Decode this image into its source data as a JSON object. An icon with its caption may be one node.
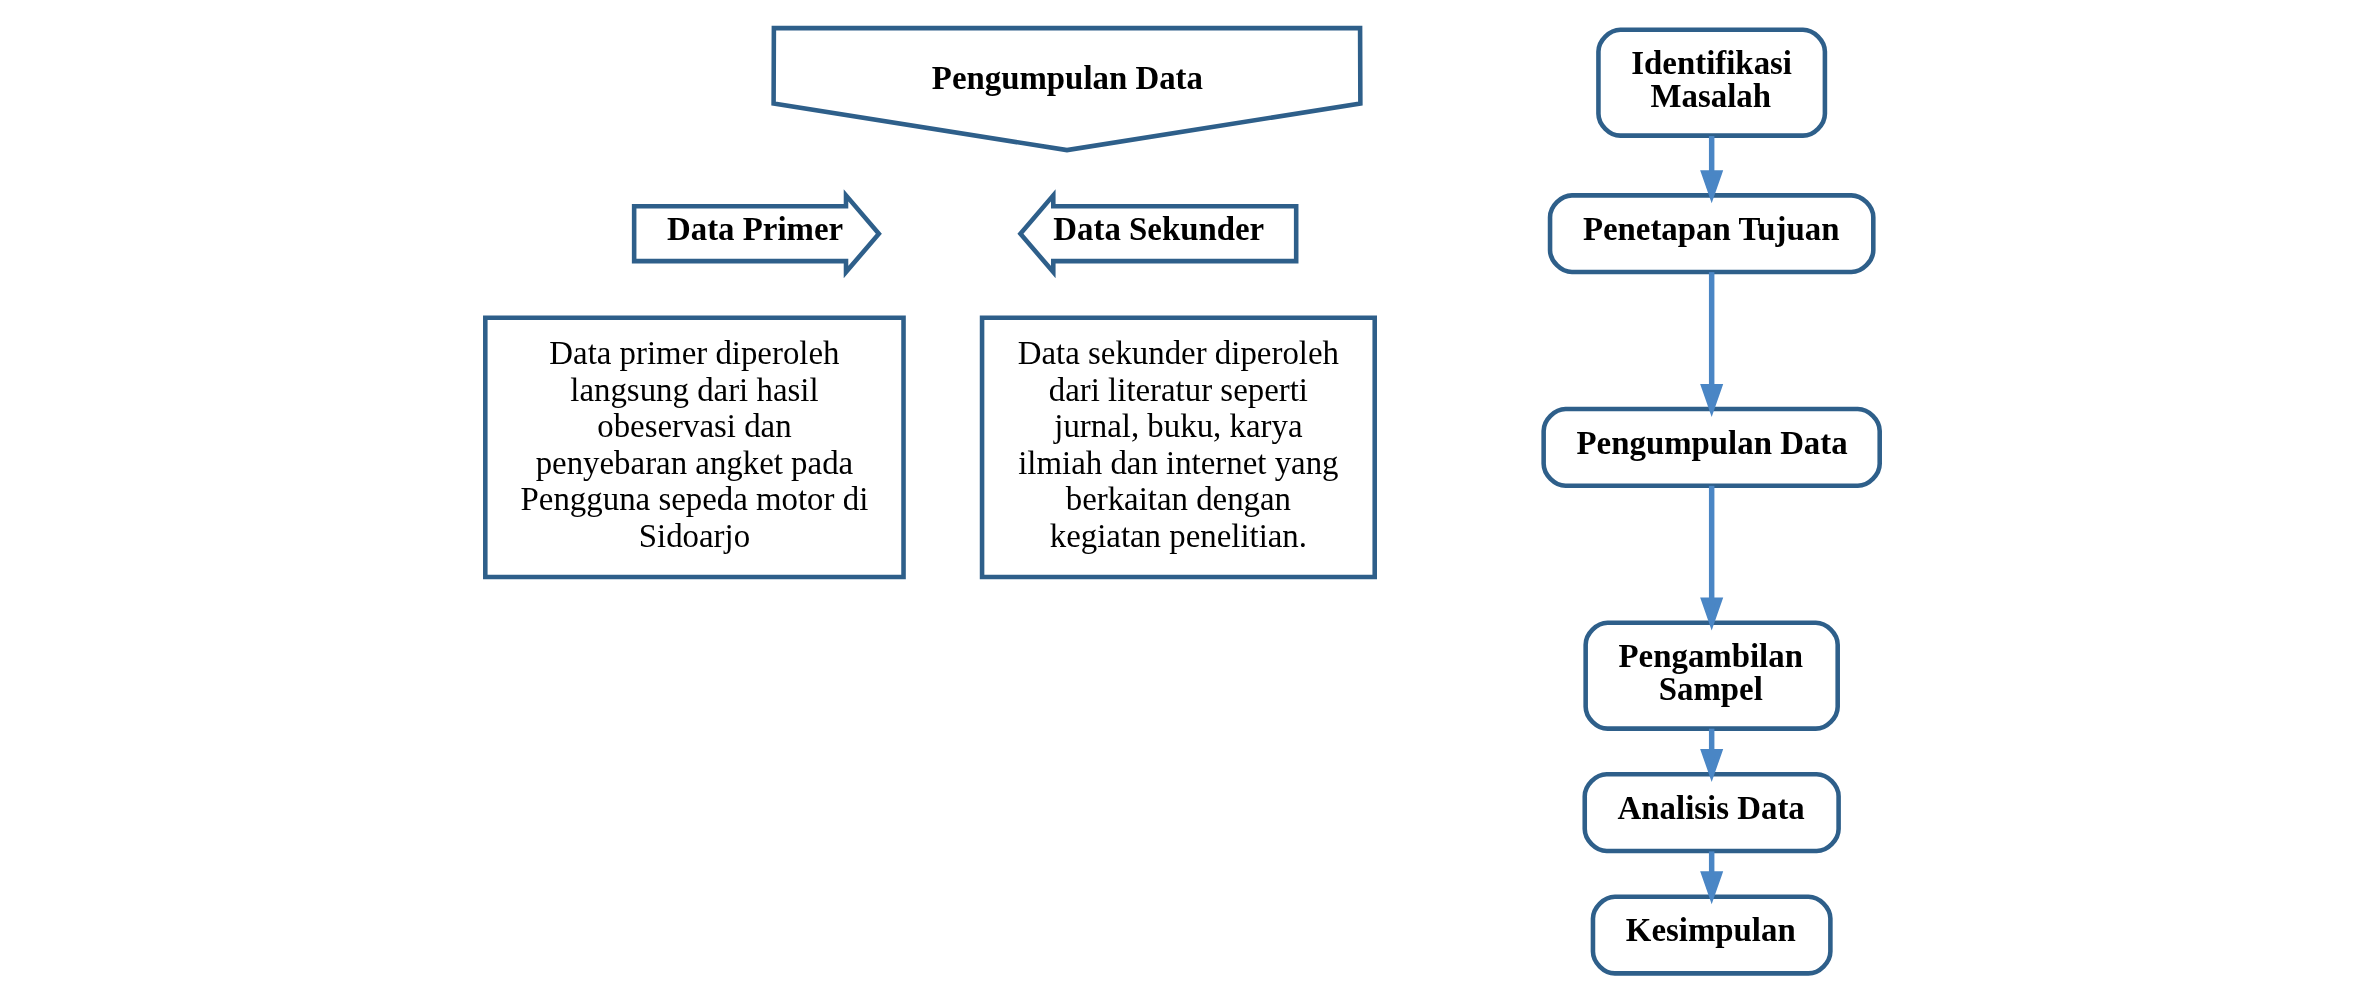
{
  "diagram": {
    "nodes": [
      {
        "text": [
          "Identifikasi Masalah"
        ]
      },
      {
        "text": [
          "Penetapan Tujuan"
        ]
      },
      {
        "text": [
          "Pengumpulan Data"
        ]
      },
      {
        "text": [
          "Pengambilan Sampel"
        ]
      },
      {
        "text": [
          "Analisis Data"
        ]
      },
      {
        "text": [
          "Kesimpulan"
        ]
      },
      {
        "text": [
          "Pengumpulan Data"
        ]
      },
      {
        "text": [
          "Data Primer"
        ]
      },
      {
        "text": [
          "Data Sekunder"
        ]
      },
      {
        "text": [
          "Data primer diperoleh langsung dari hasil obeservasi dan penyebaran angket pada Pengguna sepeda motor di Sidoarjo"
        ]
      },
      {
        "text": [
          "Data sekunder diperoleh dari literatur seperti jurnal, buku, karya ilmiah dan internet yang berkaitan dengan kegiatan penelitian."
        ]
      }
    ],
    "edges": [
      {
        "from": 0,
        "to": 1,
        "arrow": "to"
      },
      {
        "from": 1,
        "to": 2,
        "arrow": "to"
      },
      {
        "from": 2,
        "to": 3,
        "arrow": "to"
      },
      {
        "from": 3,
        "to": 4,
        "arrow": "to"
      },
      {
        "from": 4,
        "to": 5,
        "arrow": "to"
      }
    ]
  }
}
